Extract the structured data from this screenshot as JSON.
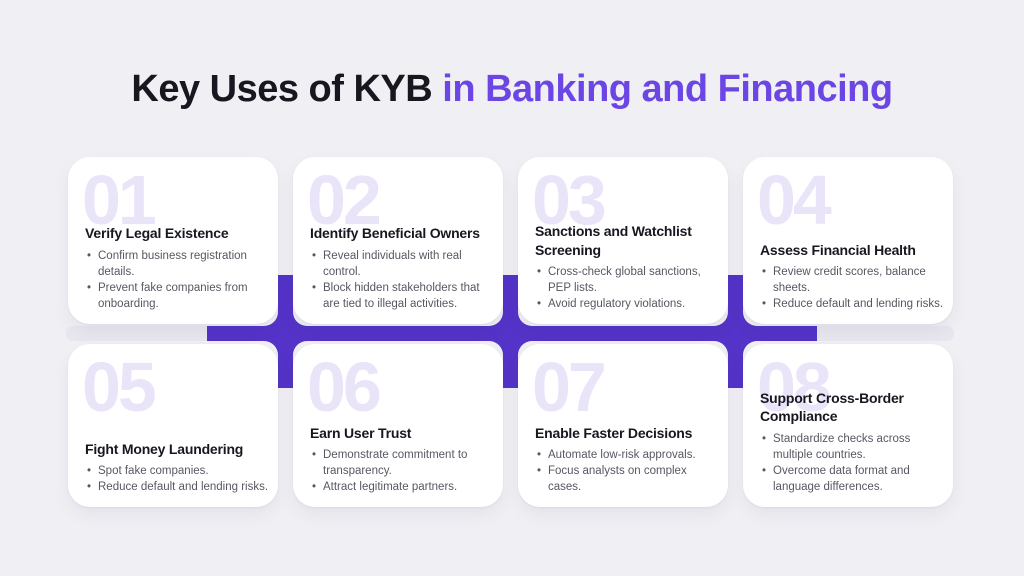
{
  "title": {
    "black": "Key Uses of KYB",
    "accent": " in Banking and Financing"
  },
  "colors": {
    "background": "#F0EFF4",
    "card": "#FFFFFF",
    "title_text": "#18161F",
    "accent_text": "#6B46E5",
    "connector": "#5434C8",
    "track": "#E8E6EE",
    "number_watermark": "#EAE4F9",
    "body_text": "#5A5662"
  },
  "cards": [
    {
      "number": "01",
      "title": "Verify Legal Existence",
      "bullets": [
        "Confirm business registration details.",
        "Prevent fake companies from onboarding."
      ]
    },
    {
      "number": "02",
      "title": "Identify Beneficial Owners",
      "bullets": [
        "Reveal individuals with real control.",
        "Block hidden stakeholders that are tied to illegal activities."
      ]
    },
    {
      "number": "03",
      "title": "Sanctions and Watchlist Screening",
      "bullets": [
        "Cross-check global sanctions, PEP lists.",
        "Avoid regulatory violations."
      ]
    },
    {
      "number": "04",
      "title": "Assess Financial Health",
      "bullets": [
        "Review credit scores, balance sheets.",
        "Reduce default and lending risks."
      ]
    },
    {
      "number": "05",
      "title": "Fight Money Laundering",
      "bullets": [
        "Spot fake companies.",
        "Reduce default and lending risks."
      ]
    },
    {
      "number": "06",
      "title": "Earn User Trust",
      "bullets": [
        "Demonstrate commitment to transparency.",
        "Attract legitimate partners."
      ]
    },
    {
      "number": "07",
      "title": "Enable Faster Decisions",
      "bullets": [
        "Automate low-risk approvals.",
        "Focus analysts on complex cases."
      ]
    },
    {
      "number": "08",
      "title": "Support Cross-Border Compliance",
      "bullets": [
        "Standardize checks across multiple countries.",
        "Overcome data format and language differences."
      ]
    }
  ]
}
